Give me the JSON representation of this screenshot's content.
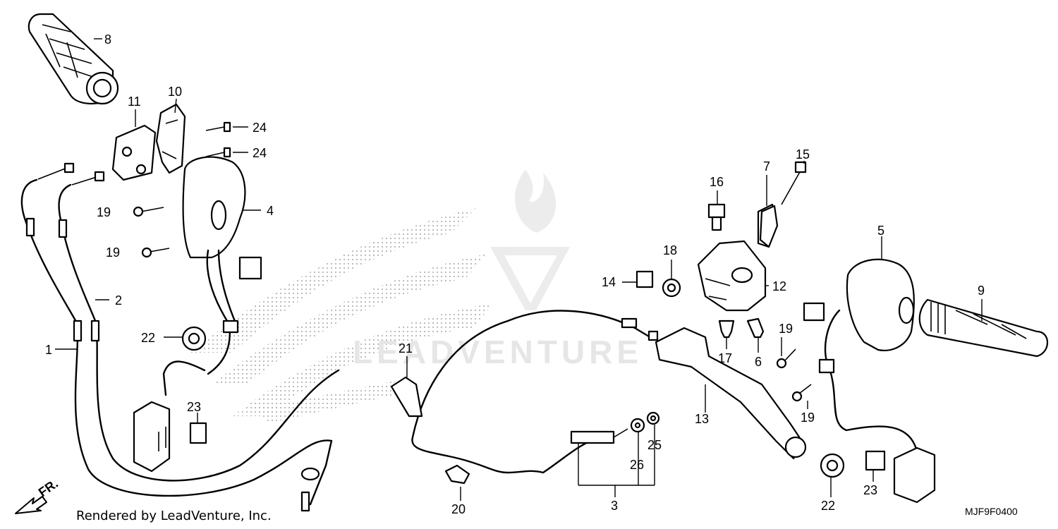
{
  "callouts": [
    "1",
    "2",
    "3",
    "4",
    "5",
    "6",
    "7",
    "8",
    "9",
    "10",
    "11",
    "12",
    "13",
    "14",
    "15",
    "16",
    "17",
    "18",
    "19",
    "19",
    "19",
    "20",
    "21",
    "22",
    "22",
    "23",
    "23",
    "24",
    "24",
    "25",
    "26"
  ],
  "footer": {
    "rendered_by": "Rendered by LeadVenture, Inc.",
    "diagram_code": "MJF9F0400",
    "direction": "FR."
  },
  "watermark": {
    "text": "LEADVENTURE"
  },
  "icons": [
    "arrow-front-icon",
    "brand-wing-watermark",
    "leadventure-logo-watermark"
  ]
}
